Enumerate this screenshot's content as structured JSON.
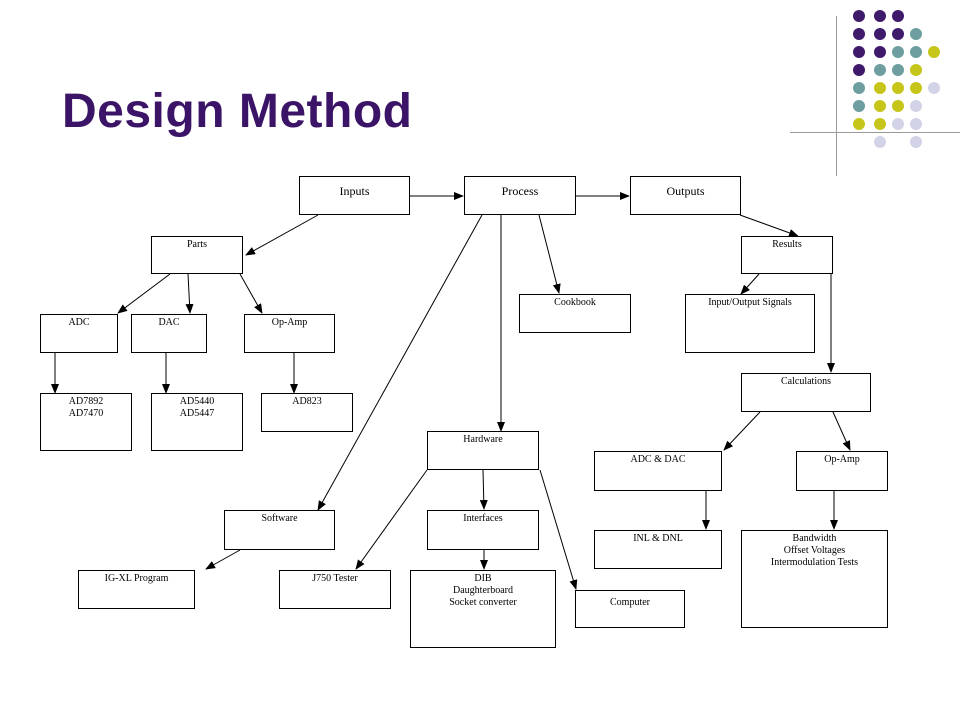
{
  "slide": {
    "title": "Design Method",
    "colors": {
      "title": "#3b1468",
      "purple": "#3f1a6b",
      "teal": "#6f9ea0",
      "olive": "#c5c51a",
      "lavender": "#d3d3e8"
    }
  },
  "diagram": {
    "inputs": "Inputs",
    "process": "Process",
    "outputs": "Outputs",
    "parts": "Parts",
    "adc": "ADC",
    "dac": "DAC",
    "opamp": "Op-Amp",
    "ad7892": "AD7892\nAD7470",
    "ad5440": "AD5440\nAD5447",
    "ad823": "AD823",
    "cookbook": "Cookbook",
    "hardware": "Hardware",
    "software": "Software",
    "interfaces": "Interfaces",
    "igxl": "IG-XL Program",
    "j750": "J750 Tester",
    "dib": "DIB\nDaughterboard\nSocket converter",
    "computer": "Computer",
    "results": "Results",
    "io_signals": "Input/Output Signals",
    "calculations": "Calculations",
    "adc_dac": "ADC & DAC",
    "opamp2": "Op-Amp",
    "inl_dnl": "INL & DNL",
    "bandwidth": "Bandwidth\nOffset Voltages\nIntermodulation Tests"
  }
}
